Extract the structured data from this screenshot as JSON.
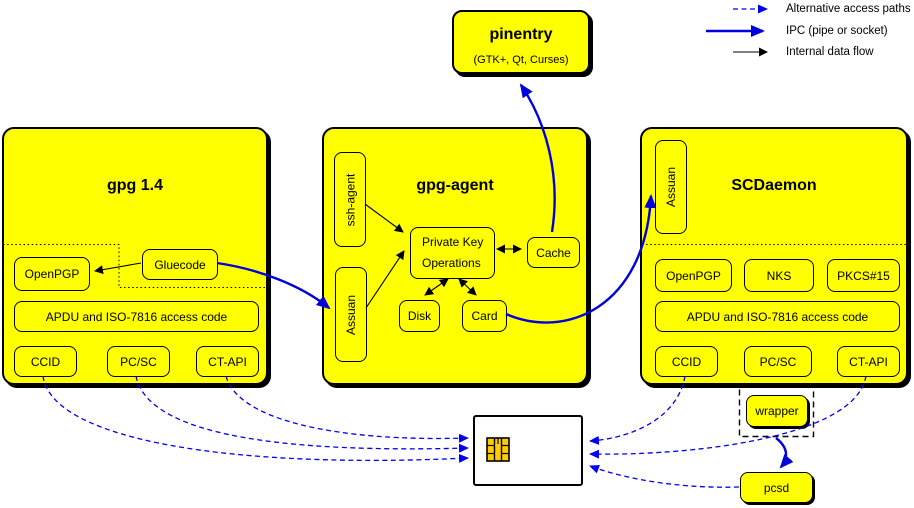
{
  "legend": {
    "alt_label": "Alternative access paths",
    "ipc_label": "IPC (pipe or socket)",
    "internal_label": "Internal data flow"
  },
  "pinentry": {
    "title": "pinentry",
    "subtitle": "(GTK+, Qt, Curses)"
  },
  "gpg14": {
    "title": "gpg 1.4",
    "openpgp": "OpenPGP",
    "gluecode": "Gluecode",
    "apdu": "APDU and ISO-7816 access code",
    "ccid": "CCID",
    "pcsc": "PC/SC",
    "ctapi": "CT-API"
  },
  "gpg_agent": {
    "title": "gpg-agent",
    "ssh_agent": "ssh-agent",
    "assuan": "Assuan",
    "pko_line1": "Private Key",
    "pko_line2": "Operations",
    "cache": "Cache",
    "disk": "Disk",
    "card": "Card"
  },
  "scdaemon": {
    "title": "SCDaemon",
    "assuan": "Assuan",
    "openpgp": "OpenPGP",
    "nks": "NKS",
    "pkcs15": "PKCS#15",
    "apdu": "APDU and ISO-7816 access code",
    "ccid": "CCID",
    "pcsc": "PC/SC",
    "ctapi": "CT-API"
  },
  "wrapper": {
    "label": "wrapper"
  },
  "pcsd": {
    "label": "pcsd"
  },
  "icons": {
    "chip": "smartcard-chip"
  },
  "colors": {
    "box_fill": "#ffff00",
    "border": "#000000",
    "ipc_blue": "#0000dd",
    "alt_blue": "#0000ee",
    "chip_gold": "#ffcc00"
  }
}
